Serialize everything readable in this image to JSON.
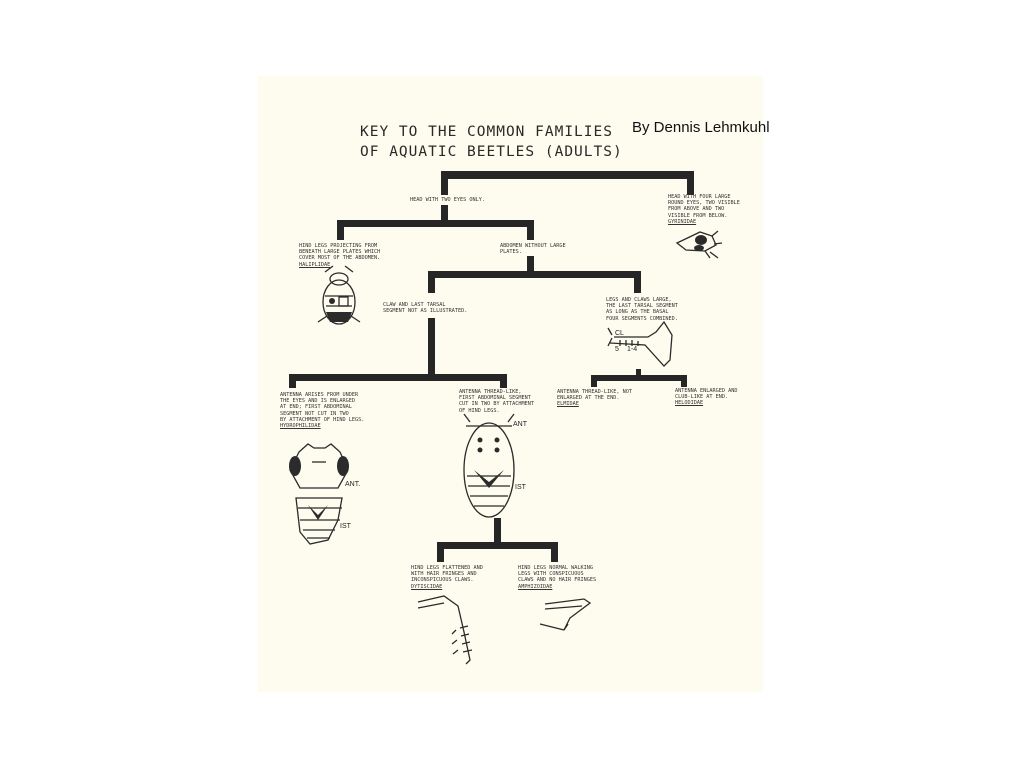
{
  "credit": "By Dennis Lehmkuhl",
  "title": {
    "line1": "KEY TO THE COMMON FAMILIES",
    "line2": "OF AQUATIC BEETLES (ADULTS)"
  },
  "nodes": {
    "two_eyes": {
      "lines": [
        "HEAD WITH TWO EYES ONLY."
      ]
    },
    "four_eyes": {
      "lines": [
        "HEAD WITH FOUR LARGE",
        "ROUND EYES, TWO VISIBLE",
        "FROM ABOVE AND TWO",
        "VISIBLE FROM BELOW."
      ],
      "family": "GYRINIDAE"
    },
    "hind_plates": {
      "lines": [
        "HIND LEGS PROJECTING FROM",
        "BENEATH LARGE PLATES WHICH",
        "COVER MOST OF THE ABDOMEN."
      ],
      "family": "HALIPLIDAE"
    },
    "no_plates": {
      "lines": [
        "ABDOMEN WITHOUT LARGE",
        "PLATES."
      ]
    },
    "claw_not": {
      "lines": [
        "CLAW AND LAST TARSAL",
        "SEGMENT NOT AS ILLUSTRATED."
      ]
    },
    "claws_large": {
      "lines": [
        "LEGS AND CLAWS LARGE,",
        "THE LAST TARSAL SEGMENT",
        "AS LONG AS THE BASAL",
        "FOUR SEGMENTS COMBINED."
      ]
    },
    "antenna_under": {
      "lines": [
        "ANTENNA ARISES FROM UNDER",
        "THE EYES AND IS ENLARGED",
        "AT END; FIRST ABDOMINAL",
        "SEGMENT NOT CUT IN TWO",
        "BY ATTACHMENT OF HIND LEGS."
      ],
      "family": "HYDROPHILIDAE"
    },
    "antenna_thread": {
      "lines": [
        "ANTENNA THREAD-LIKE,",
        "FIRST ABDOMINAL SEGMENT",
        "CUT IN TWO BY ATTACHMENT",
        "OF HIND LEGS."
      ]
    },
    "elmidae": {
      "lines": [
        "ANTENNA THREAD-LIKE, NOT",
        "ENLARGED AT THE END."
      ],
      "family": "ELMIDAE"
    },
    "helodidae": {
      "lines": [
        "ANTENNA ENLARGED AND",
        "CLUB-LIKE AT END."
      ],
      "family": "HELODIDAE"
    },
    "dytiscidae": {
      "lines": [
        "HIND LEGS FLATTENED AND",
        "WITH HAIR FRINGES AND",
        "INCONSPICUOUS CLAWS."
      ],
      "family": "DYTISCIDAE"
    },
    "amphizoidae": {
      "lines": [
        "HIND LEGS NORMAL WALKING",
        "LEGS WITH CONSPICUOUS",
        "CLAWS AND NO HAIR FRINGES"
      ],
      "family": "AMPHIZOIDAE"
    }
  },
  "labels": {
    "cl": "CL",
    "seg5": "5",
    "seg14": "1-4",
    "ant": "ANT",
    "ant2": "ANT.",
    "ist": "IST",
    "ist2": "IST"
  }
}
